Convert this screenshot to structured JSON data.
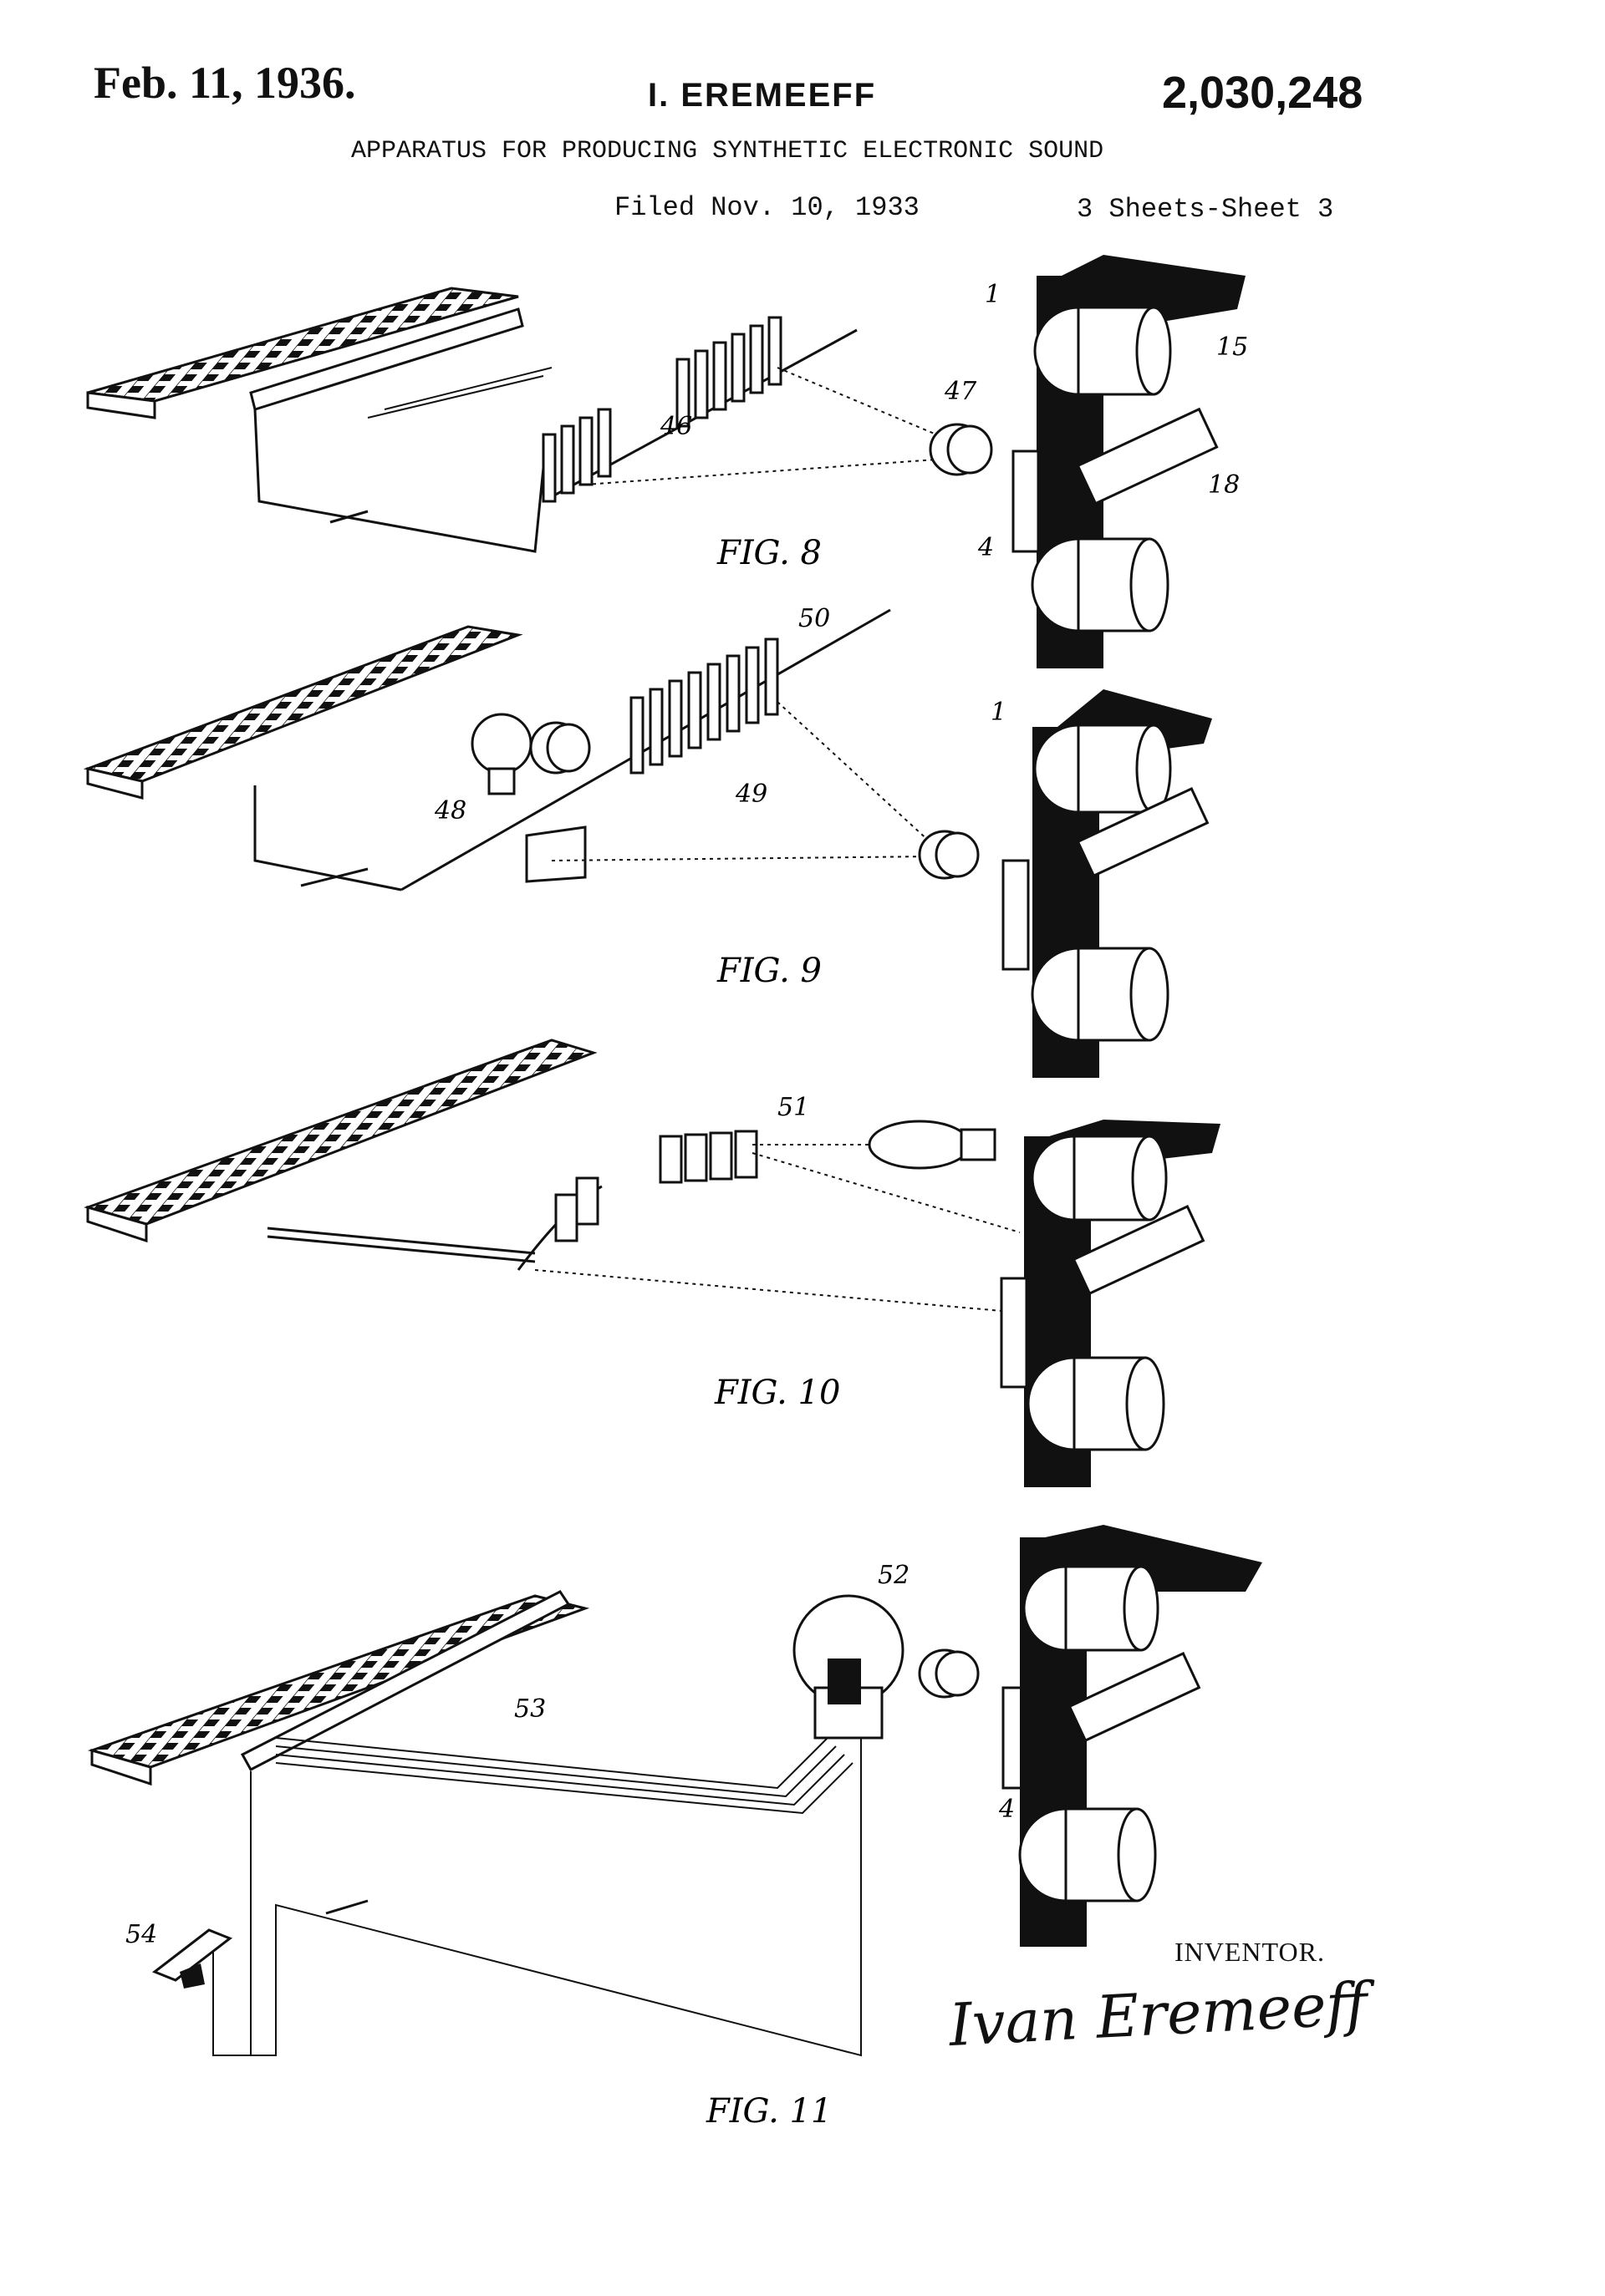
{
  "header": {
    "date": "Feb. 11, 1936.",
    "inventor_name": "I. EREMEEFF",
    "patent_number": "2,030,248",
    "title": "APPARATUS FOR PRODUCING SYNTHETIC ELECTRONIC SOUND",
    "filed": "Filed Nov. 10, 1933",
    "sheets": "3 Sheets-Sheet 3"
  },
  "figures": {
    "fig8": {
      "label": "FIG. 8",
      "refs": [
        "46",
        "47",
        "1",
        "15",
        "18",
        "4"
      ]
    },
    "fig9": {
      "label": "FIG. 9",
      "refs": [
        "48",
        "49",
        "50",
        "1"
      ]
    },
    "fig10": {
      "label": "FIG. 10",
      "refs": [
        "51"
      ]
    },
    "fig11": {
      "label": "FIG. 11",
      "refs": [
        "52",
        "53",
        "54",
        "4"
      ]
    }
  },
  "footer": {
    "inventor_label": "INVENTOR.",
    "signature": "Ivan Eremeeff"
  }
}
